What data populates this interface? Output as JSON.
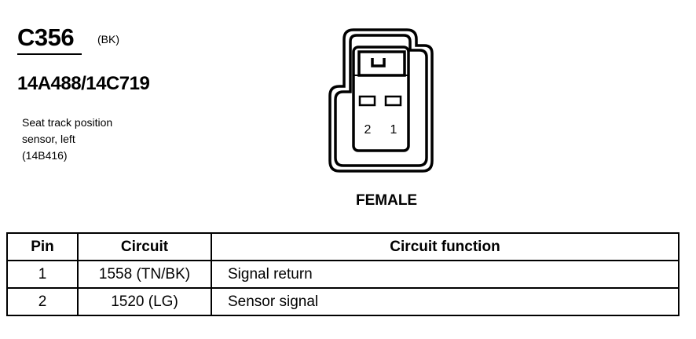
{
  "connector": {
    "id": "C356",
    "color": "(BK)",
    "part_numbers": "14A488/14C719",
    "description": [
      "Seat track position",
      "sensor, left",
      "(14B416)"
    ],
    "gender": "FEMALE",
    "pin_labels": [
      "2",
      "1"
    ]
  },
  "table": {
    "headers": [
      "Pin",
      "Circuit",
      "Circuit function"
    ],
    "rows": [
      {
        "pin": "1",
        "circuit": "1558 (TN/BK)",
        "function": "Signal return"
      },
      {
        "pin": "2",
        "circuit": "1520 (LG)",
        "function": "Sensor signal"
      }
    ]
  }
}
